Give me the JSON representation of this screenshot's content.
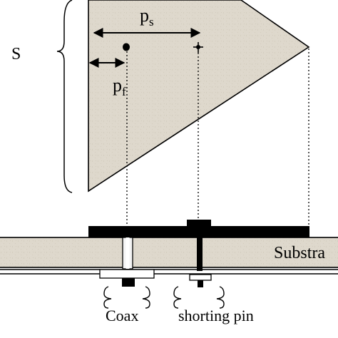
{
  "labels": {
    "s": "S",
    "ps_main": "p",
    "ps_sub": "s",
    "pf_main": "p",
    "pf_sub": "f",
    "substrate": "Substra",
    "coax": "Coax",
    "shorting_pin": "shorting pin"
  },
  "colors": {
    "substrate_fill": "#ded8cc",
    "line": "#000000",
    "background": "#ffffff"
  }
}
